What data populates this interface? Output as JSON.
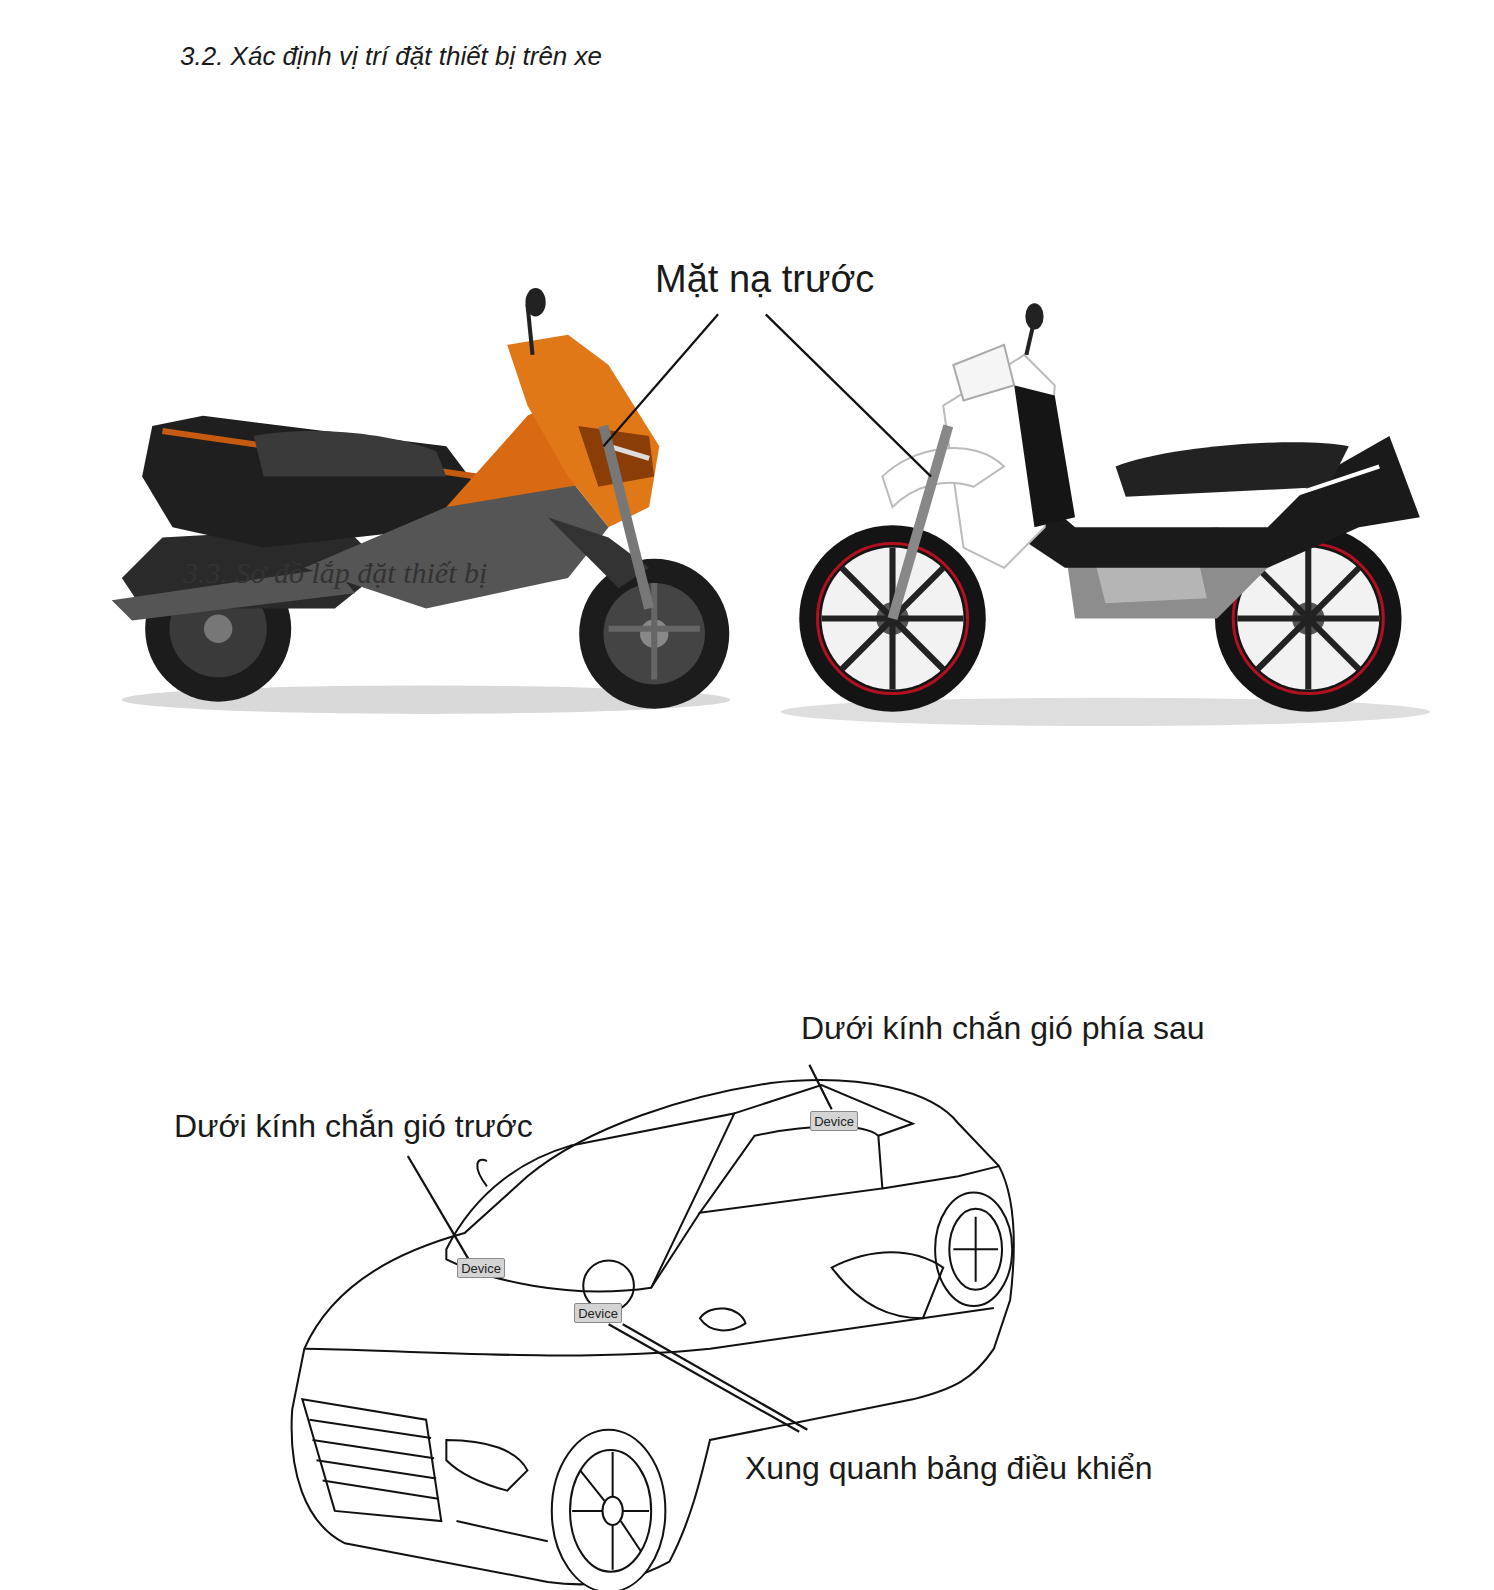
{
  "diagram": {
    "title": "3.2. Xác định vị trí đặt thiết bị trên xe",
    "nodes": [
      {
        "text": [
          "Device"
        ]
      },
      {
        "text": [
          "Device"
        ]
      },
      {
        "text": [
          "Device"
        ]
      }
    ],
    "labels": [
      "Mặt nạ trước",
      "3.3. Sơ đồ lắp đặt thiết bị",
      "Dưới kính chắn gió phía sau",
      "Dưới kính chắn gió trước",
      "Xung quanh bảng điều khiển"
    ]
  }
}
